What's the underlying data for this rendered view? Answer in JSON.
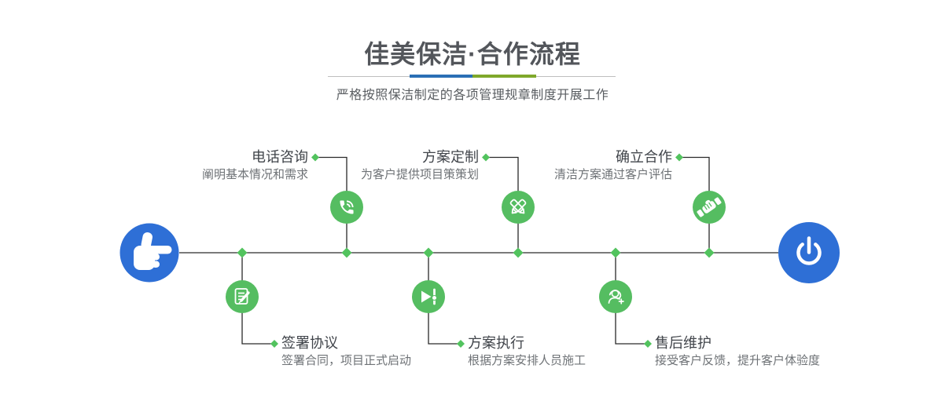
{
  "header": {
    "title": "佳美保洁·合作流程",
    "subtitle": "严格按照保洁制定的各项管理规章制度开展工作"
  },
  "colors": {
    "node_blue": "#2e6fd6",
    "node_green": "#55bd61",
    "diamond_green": "#52c35e",
    "divider_blue": "#2a6fb5",
    "divider_green": "#7fa82b",
    "connector_line": "#2a2a2a",
    "title_text": "#53565b",
    "label_text": "#40444a",
    "desc_text": "#6e7276"
  },
  "flow": {
    "start_icon": "hand-point-right-icon",
    "end_icon": "power-icon",
    "steps": [
      {
        "title": "签署协议",
        "desc": "签署合同，项目正式启动",
        "icon": "document-pen-icon",
        "position": "bottom"
      },
      {
        "title": "电话咨询",
        "desc": "阐明基本情况和需求",
        "icon": "phone-icon",
        "position": "top"
      },
      {
        "title": "方案执行",
        "desc": "根据方案安排人员施工",
        "icon": "play-icon",
        "position": "bottom"
      },
      {
        "title": "方案定制",
        "desc": "为客户提供项目策策划",
        "icon": "design-tools-icon",
        "position": "top"
      },
      {
        "title": "售后维护",
        "desc": "接受客户反馈，提升客户体验度",
        "icon": "headset-plus-icon",
        "position": "bottom"
      },
      {
        "title": "确立合作",
        "desc": "清洁方案通过客户评估",
        "icon": "handshake-icon",
        "position": "top"
      }
    ]
  }
}
